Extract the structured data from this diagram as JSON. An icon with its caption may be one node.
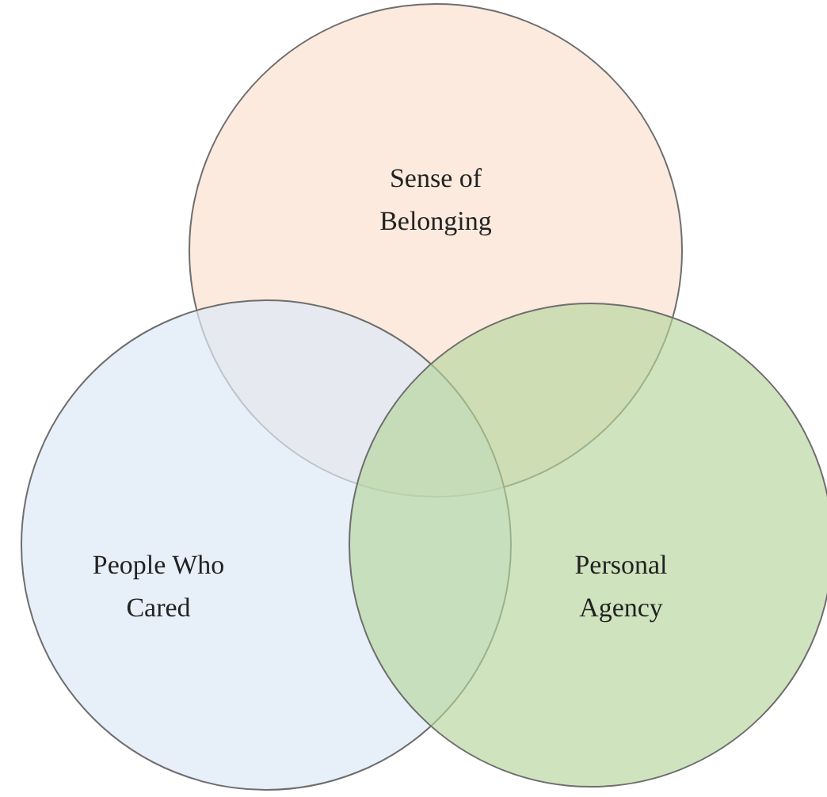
{
  "diagram": {
    "nodes": [
      {
        "text": [
          "Sense of Belonging"
        ]
      },
      {
        "text": [
          "People Who Cared"
        ]
      },
      {
        "text": [
          "Personal Agency"
        ]
      }
    ]
  }
}
